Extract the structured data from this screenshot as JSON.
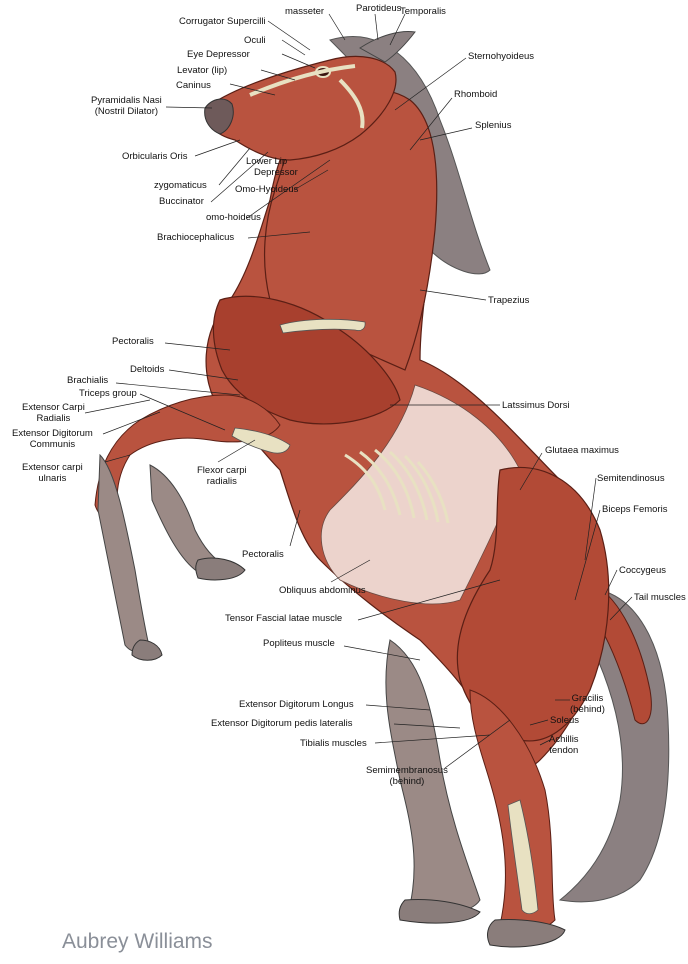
{
  "labels": {
    "masseter": "masseter",
    "parotideus": "Parotideus",
    "temporalis": "Temporalis",
    "corrugator": "Corrugator Supercilli",
    "oculi": "Oculi",
    "eye_depressor": "Eye Depressor",
    "levator": "Levator (lip)",
    "caninus": "Caninus",
    "pyramidalis_1": "Pyramidalis Nasi",
    "pyramidalis_2": "(Nostril Dilator)",
    "orbicularis": "Orbicularis Oris",
    "zygomaticus": "zygomaticus",
    "buccinator": "Buccinator",
    "lower_lip_1": "Lower Lip",
    "lower_lip_2": "Depressor",
    "omo_hyoideus": "Omo-Hyoideus",
    "omo_hoideus": "omo-hoideus",
    "brachiocephalicus": "Brachiocephalicus",
    "sternohyoideus": "Sternohyoideus",
    "rhomboid": "Rhomboid",
    "splenius": "Splenius",
    "trapezius": "Trapezius",
    "pectoralis_upper": "Pectoralis",
    "deltoids": "Deltoids",
    "brachialis": "Brachialis",
    "triceps": "Triceps group",
    "ext_carpi_rad_1": "Extensor Carpi",
    "ext_carpi_rad_2": "Radialis",
    "ext_dig_com_1": "Extensor Digitorum",
    "ext_dig_com_2": "Communis",
    "ext_carpi_uln_1": "Extensor carpi",
    "ext_carpi_uln_2": "ulnaris",
    "flexor_carpi_1": "Flexor carpi",
    "flexor_carpi_2": "radialis",
    "latissimus": "Latssimus Dorsi",
    "glutaea": "Glutaea maximus",
    "semitendinosus": "Semitendinosus",
    "biceps_femoris": "Biceps Femoris",
    "coccygeus": "Coccygeus",
    "tail_muscles": "Tail muscles",
    "pectoralis_lower": "Pectoralis",
    "obliquus": "Obliquus abdominus",
    "tensor": "Tensor Fascial latae muscle",
    "popliteus": "Popliteus muscle",
    "gracilis_1": "Gracilis",
    "gracilis_2": "(behind)",
    "ext_dig_longus": "Extensor Digitorum Longus",
    "ext_dig_pedis": "Extensor Digitorum pedis lateralis",
    "soleus": "Soleus",
    "achillis_1": "Achillis",
    "achillis_2": "tendon",
    "tibialis": "Tibialis muscles",
    "semimembranosus_1": "Semimembranosus",
    "semimembranosus_2": "(behind)"
  },
  "signature": "Aubrey Williams",
  "colors": {
    "muscle": "#b9533f",
    "muscle_dark": "#8e3426",
    "bone": "#e8e1c2",
    "hoof": "#8a7d7b",
    "mane": "#8b8081",
    "belly": "#ecd3cc"
  }
}
